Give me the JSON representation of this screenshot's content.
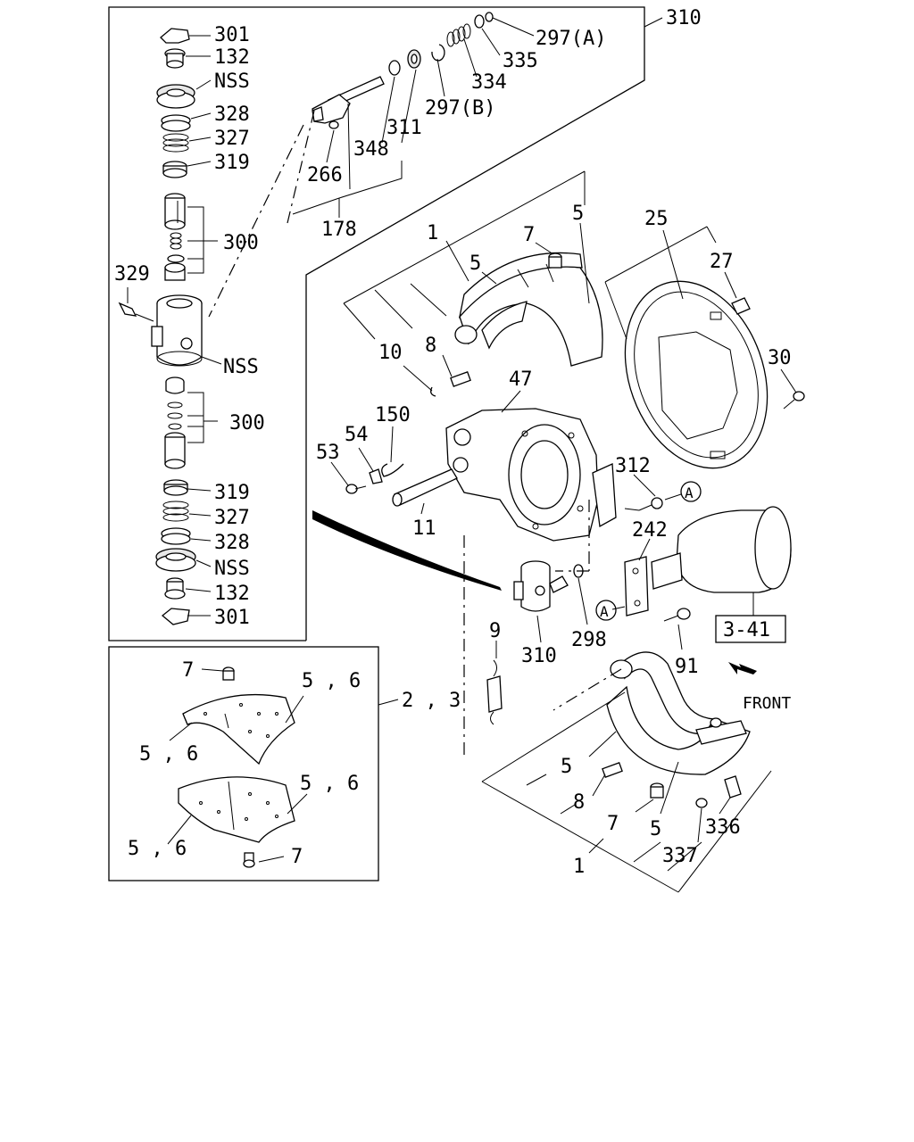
{
  "labels": {
    "l301a": "301",
    "l132a": "132",
    "lnss1": "NSS",
    "l328a": "328",
    "l327a": "327",
    "l319a": "319",
    "l300a": "300",
    "l329": "329",
    "lnss2": "NSS",
    "l300b": "300",
    "l319b": "319",
    "l327b": "327",
    "l328b": "328",
    "lnss3": "NSS",
    "l132b": "132",
    "l301b": "301",
    "l310top": "310",
    "l297a": "297(A)",
    "l335": "335",
    "l334": "334",
    "l297b": "297(B)",
    "l311": "311",
    "l348": "348",
    "l266": "266",
    "l178": "178",
    "l1top": "1",
    "l7top": "7",
    "l5top1": "5",
    "l5top2": "5",
    "l10": "10",
    "l8top": "8",
    "l25": "25",
    "l27": "27",
    "l30": "30",
    "l47": "47",
    "l150": "150",
    "l54": "54",
    "l53": "53",
    "l11": "11",
    "l312": "312",
    "lA1": "A",
    "l242": "242",
    "lA2": "A",
    "l341": "3-41",
    "l298": "298",
    "l310mid": "310",
    "l91": "91",
    "l9": "9",
    "lfront": "FRONT",
    "l5bot1": "5",
    "l8bot": "8",
    "l7bot": "7",
    "l5bot2": "5",
    "l336": "336",
    "l337": "337",
    "l1bot": "1",
    "kit7a": "7",
    "kit56a": "5 , 6",
    "kit23": "2 , 3",
    "kit56b": "5 , 6",
    "kit56c": "5 , 6",
    "kit56d": "5 , 6",
    "kit7b": "7"
  }
}
